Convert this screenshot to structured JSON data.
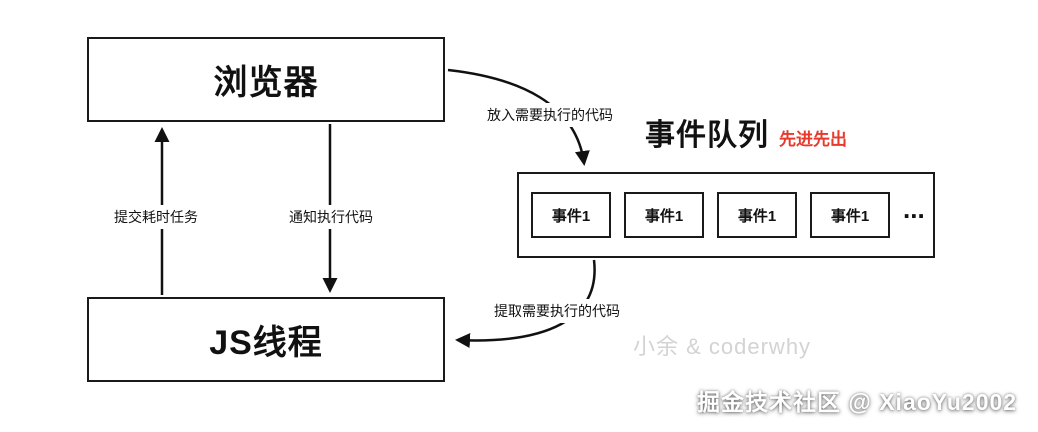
{
  "diagram": {
    "browser": {
      "label": "浏览器"
    },
    "js_thread": {
      "label": "JS线程"
    },
    "queue": {
      "title": "事件队列",
      "subtitle": "先进先出",
      "items": [
        {
          "label": "事件1"
        },
        {
          "label": "事件1"
        },
        {
          "label": "事件1"
        },
        {
          "label": "事件1"
        }
      ],
      "ellipsis": "..."
    },
    "labels": {
      "submit": "提交耗时任务",
      "notify": "通知执行代码",
      "enqueue": "放入需要执行的代码",
      "dequeue": "提取需要执行的代码"
    },
    "watermarks": {
      "center": "小余 & coderwhy",
      "bottom": "掘金技术社区 @ XiaoYu2002"
    },
    "colors": {
      "accent_red": "#e8392b",
      "line_black": "#111111"
    }
  }
}
